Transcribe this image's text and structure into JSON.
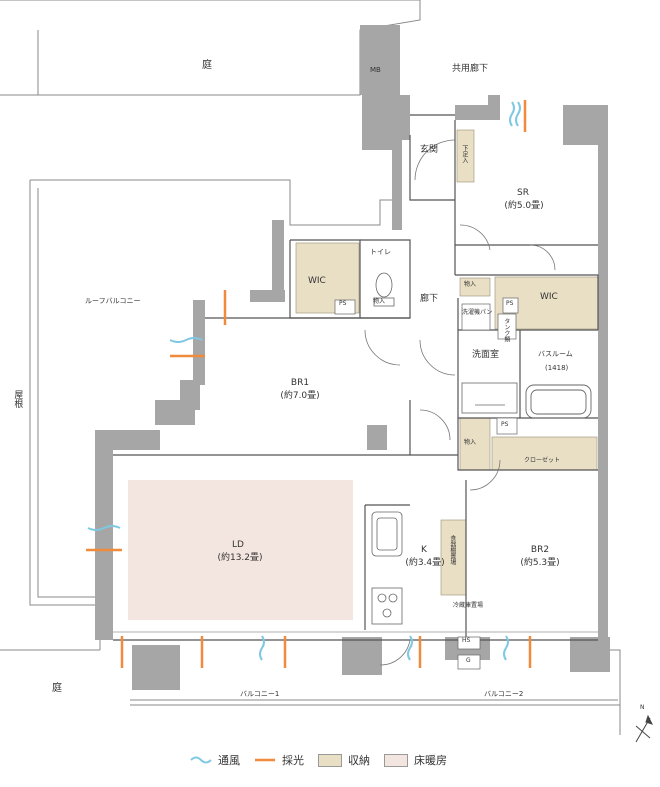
{
  "labels": {
    "niwa_top": "庭",
    "mb": "MB",
    "kyoyo_roka": "共用廊下",
    "genkan": "玄関",
    "getabako": "下足入",
    "sr_name": "SR",
    "sr_size": "(約5.0畳)",
    "wic1": "WIC",
    "toilet": "トイレ",
    "ps1": "PS",
    "monoire_small": "物入",
    "roof_balcony": "ルーフバルコニー",
    "roka": "廊下",
    "monoire1": "物入",
    "wic2": "WIC",
    "ps2": "PS",
    "laundry_pan": "洗濯機パン",
    "tank": "タンク類",
    "senmen": "洗面室",
    "bath_name": "バスルーム",
    "bath_size": "(1418)",
    "yane": "屋根",
    "br1_name": "BR1",
    "br1_size": "(約7.0畳)",
    "monoire2": "物入",
    "ps3": "PS",
    "closet": "クローゼット",
    "ld_name": "LD",
    "ld_size": "(約13.2畳)",
    "k_name": "K",
    "k_size": "(約3.4畳)",
    "shokki": "食器棚置場",
    "reizoko": "冷蔵庫置場",
    "br2_name": "BR2",
    "br2_size": "(約5.3畳)",
    "hs": "HS",
    "g": "G",
    "niwa_bottom": "庭",
    "balcony1": "バルコニー1",
    "balcony2": "バルコニー2",
    "north": "N"
  },
  "legend": [
    {
      "label": "通風",
      "icon": "ventilation-icon",
      "color": "#7ec8e3"
    },
    {
      "label": "採光",
      "icon": "daylight-icon",
      "color": "#f08a3c"
    },
    {
      "label": "収納",
      "icon": "storage-swatch",
      "color": "#e9dfc5"
    },
    {
      "label": "床暖房",
      "icon": "floor-heating-swatch",
      "color": "#f3e5df"
    }
  ],
  "colors": {
    "wall": "#a6a6a6",
    "storage": "#e9dfc5",
    "floor_heating": "#f3e5df",
    "line": "#555555"
  }
}
